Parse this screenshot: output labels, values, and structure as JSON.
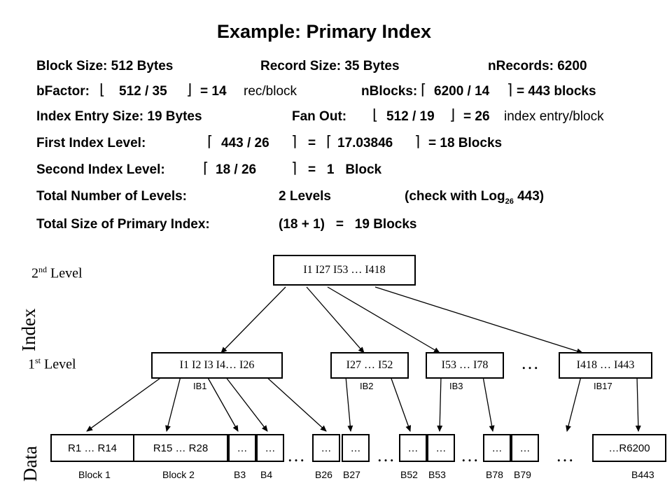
{
  "title": "Example: Primary Index",
  "params": {
    "block_size": "Block Size: 512 Bytes",
    "record_size": "Record Size: 35 Bytes",
    "n_records": "nRecords: 6200",
    "bfactor_label": "bFactor:",
    "bfactor_expr": "512 / 35",
    "bfactor_result": "= 14",
    "bfactor_unit": "rec/block",
    "nblocks_label": "nBlocks:",
    "nblocks_expr": "6200 / 14",
    "nblocks_result": "= 443 blocks",
    "index_entry_size": "Index Entry Size: 19 Bytes",
    "fanout_label": "Fan Out:",
    "fanout_expr": "512 / 19",
    "fanout_result": "= 26",
    "fanout_unit": "index entry/block",
    "first_level_label": "First Index Level:",
    "first_level_expr1": "443 / 26",
    "first_level_eq": "=",
    "first_level_expr2": "17.03846",
    "first_level_result": "= 18  Blocks",
    "second_level_label": "Second Index Level:",
    "second_level_expr": "18 / 26",
    "second_level_result": "=   1   Block",
    "total_levels_label": "Total Number of Levels:",
    "total_levels_value": "2 Levels",
    "check_prefix": "(check with Log",
    "check_sub": "26",
    "check_suffix": " 443)",
    "total_size_label": "Total Size of Primary Index:",
    "total_size_value": "(18 + 1)   =   19 Blocks"
  },
  "diagram": {
    "level2_label": "2",
    "level2_sup": "nd",
    "level2_suffix": " Level",
    "index_label": "Index",
    "level1_label": "1",
    "level1_sup": "st",
    "level1_suffix": " Level",
    "data_label": "Data",
    "level2_block": "I1  I27  I53   … I418",
    "level1_blocks": [
      "I1  I2  I3   I4… I26",
      "I27 … I52",
      "I53 … I78",
      "I418 … I443"
    ],
    "level1_names": [
      "IB1",
      "IB2",
      "IB3",
      "IB17"
    ],
    "level1_ellipsis": "…",
    "data_blocks": [
      "R1 … R14",
      "R15 … R28",
      "…",
      "…",
      "…",
      "…",
      "…",
      "…",
      "…",
      "…",
      "…R6200"
    ],
    "data_names": [
      "Block 1",
      "Block 2",
      "B3",
      "B4",
      "B26",
      "B27",
      "B52",
      "B53",
      "B78",
      "B79",
      "B443"
    ],
    "data_ellipses": [
      "…",
      "…",
      "…",
      "…"
    ]
  }
}
